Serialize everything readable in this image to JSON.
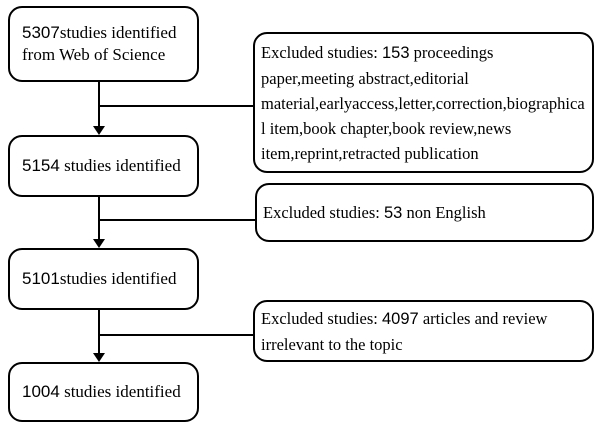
{
  "diagram": {
    "flow_boxes": [
      {
        "count": "5307",
        "rest": "studies identified from Web of Science"
      },
      {
        "count": "5154",
        "rest": " studies identified"
      },
      {
        "count": "5101",
        "rest": "studies identified"
      },
      {
        "count": "1004",
        "rest": " studies identified"
      }
    ],
    "excluded_boxes": [
      {
        "label": "Excluded studies: ",
        "count": "153",
        "rest": " proceedings paper,meeting abstract,editorial material,earlyaccess,letter,correction,biographical item,book chapter,book review,news item,reprint,retracted publication"
      },
      {
        "label": "Excluded studies: ",
        "count": "53",
        "rest": " non English"
      },
      {
        "label": "Excluded studies: ",
        "count": "4097",
        "rest": " articles and review irrelevant to the topic"
      }
    ],
    "colors": {
      "line": "#000000",
      "text": "#000000",
      "background": "#ffffff"
    }
  }
}
